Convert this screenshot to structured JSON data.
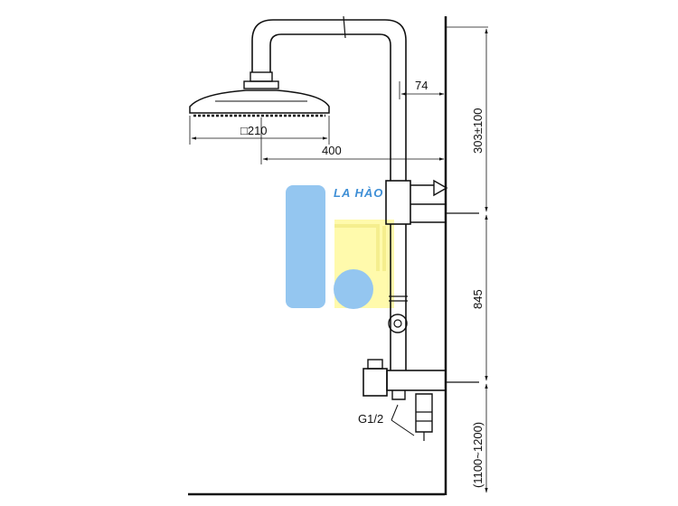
{
  "dimensions": {
    "head_size": "□210",
    "arm_length": "400",
    "wall_offset": "74",
    "head_rise": "303±100",
    "bar_length": "845",
    "mount_height": "(1100~1200)",
    "inlet_thread": "G1/2"
  },
  "watermark": {
    "text": "LA HÀO",
    "colors": {
      "blue": "#8fc3f0",
      "yellow": "#fffaa8"
    }
  }
}
